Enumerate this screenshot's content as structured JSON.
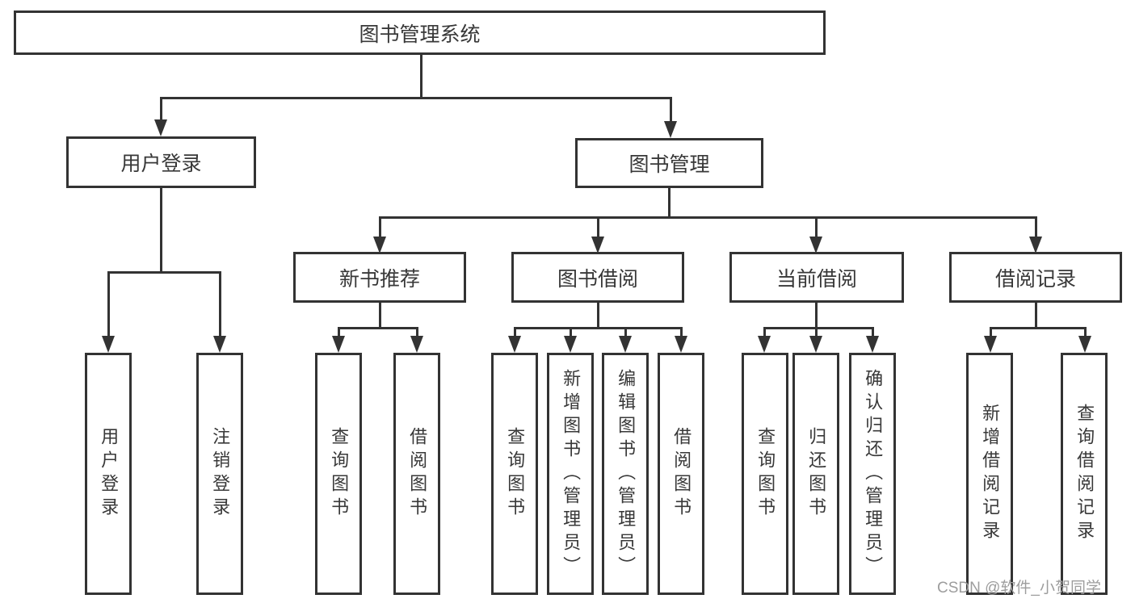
{
  "tree": {
    "label": "图书管理系统",
    "children": [
      {
        "label": "用户登录",
        "children": [
          {
            "label": "用户登录"
          },
          {
            "label": "注销登录"
          }
        ]
      },
      {
        "label": "图书管理",
        "children": [
          {
            "label": "新书推荐",
            "children": [
              {
                "label": "查询图书"
              },
              {
                "label": "借阅图书"
              }
            ]
          },
          {
            "label": "图书借阅",
            "children": [
              {
                "label": "查询图书"
              },
              {
                "label": "新增图书（管理员）"
              },
              {
                "label": "编辑图书（管理员）"
              },
              {
                "label": "借阅图书"
              }
            ]
          },
          {
            "label": "当前借阅",
            "children": [
              {
                "label": "查询图书"
              },
              {
                "label": "归还图书"
              },
              {
                "label": "确认归还（管理员）"
              }
            ]
          },
          {
            "label": "借阅记录",
            "children": [
              {
                "label": "新增借阅记录"
              },
              {
                "label": "查询借阅记录"
              }
            ]
          }
        ]
      }
    ]
  },
  "colors": {
    "line": "#333333",
    "text": "#383838",
    "watermark_text": "#9d9d9d",
    "background": "#ffffff"
  },
  "watermark": "CSDN @软件_小贺同学"
}
